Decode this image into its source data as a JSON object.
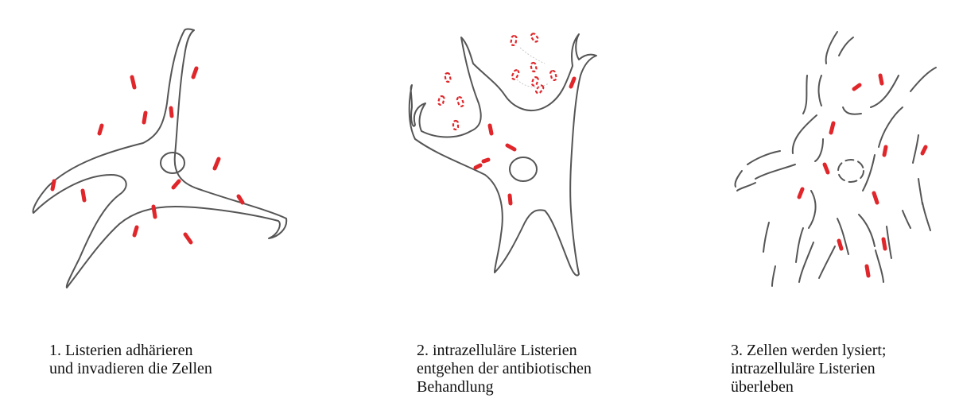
{
  "panels": [
    {
      "caption_lines": [
        "1. Listerien adhärieren",
        "und invadieren die Zellen"
      ]
    },
    {
      "caption_lines": [
        "2. intrazelluläre Listerien",
        "entgehen der antibiotischen",
        "Behandlung"
      ]
    },
    {
      "caption_lines": [
        "3. Zellen werden lysiert;",
        "intrazelluläre Listerien",
        "überleben"
      ]
    }
  ],
  "colors": {
    "cell_outline": "#555555",
    "listeria": "#e0262a"
  }
}
